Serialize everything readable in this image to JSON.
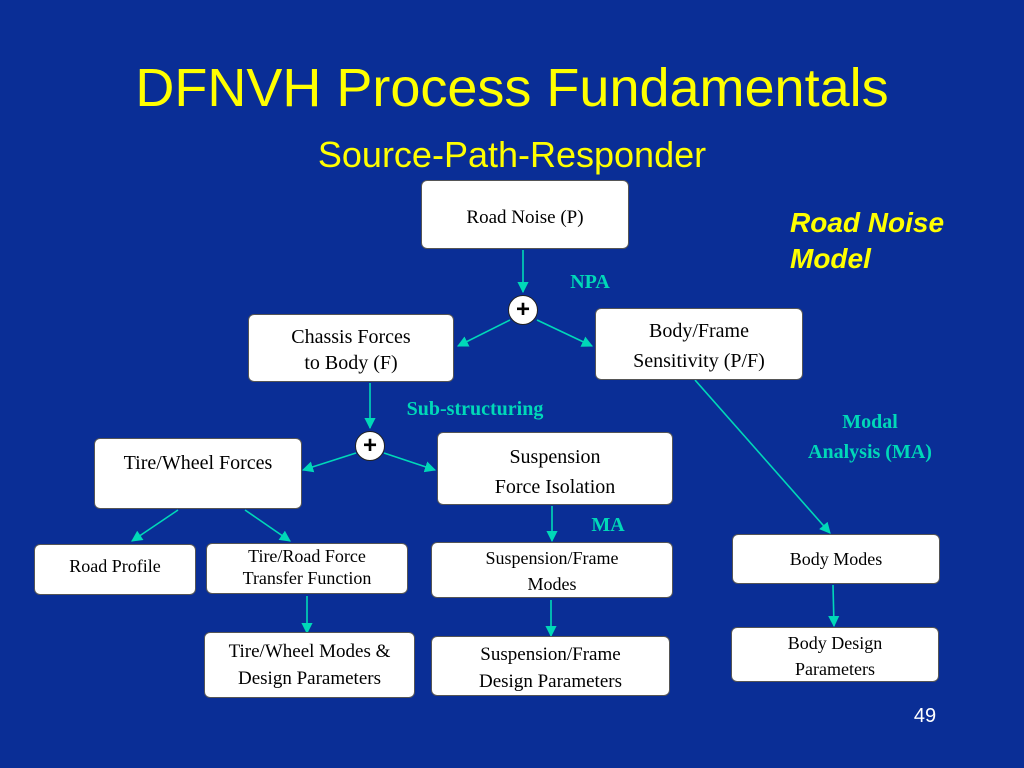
{
  "slide": {
    "title": "DFNVH Process Fundamentals",
    "subtitle": "Source-Path-Responder",
    "model_label_line1": "Road Noise",
    "model_label_line2": "Model",
    "page_number": "49"
  },
  "colors": {
    "background": "#0a2e96",
    "title": "#ffff00",
    "label": "#00d8b8",
    "arrow": "#00d8b8",
    "box": "#ffffff"
  },
  "nodes": {
    "road_noise": [
      "Road Noise (P)"
    ],
    "chassis_forces": [
      "Chassis Forces",
      "to Body (F)"
    ],
    "body_frame_sensitivity": [
      "Body/Frame",
      "Sensitivity (P/F)"
    ],
    "tire_wheel_forces": [
      "Tire/Wheel Forces"
    ],
    "suspension_force_isolation": [
      "Suspension",
      "Force Isolation"
    ],
    "road_profile": [
      "Road Profile"
    ],
    "tire_road_transfer": [
      "Tire/Road Force",
      "Transfer Function"
    ],
    "suspension_frame_modes": [
      "Suspension/Frame",
      "Modes"
    ],
    "body_modes": [
      "Body Modes"
    ],
    "tire_wheel_modes": [
      "Tire/Wheel Modes &",
      "Design Parameters"
    ],
    "suspension_frame_design": [
      "Suspension/Frame",
      "Design Parameters"
    ],
    "body_design": [
      "Body Design",
      "Parameters"
    ]
  },
  "labels": {
    "npa": "NPA",
    "sub_structuring": "Sub-structuring",
    "modal_analysis_line1": "Modal",
    "modal_analysis_line2": "Analysis (MA)",
    "ma": "MA"
  },
  "junctions": {
    "top": "+",
    "middle": "+"
  }
}
